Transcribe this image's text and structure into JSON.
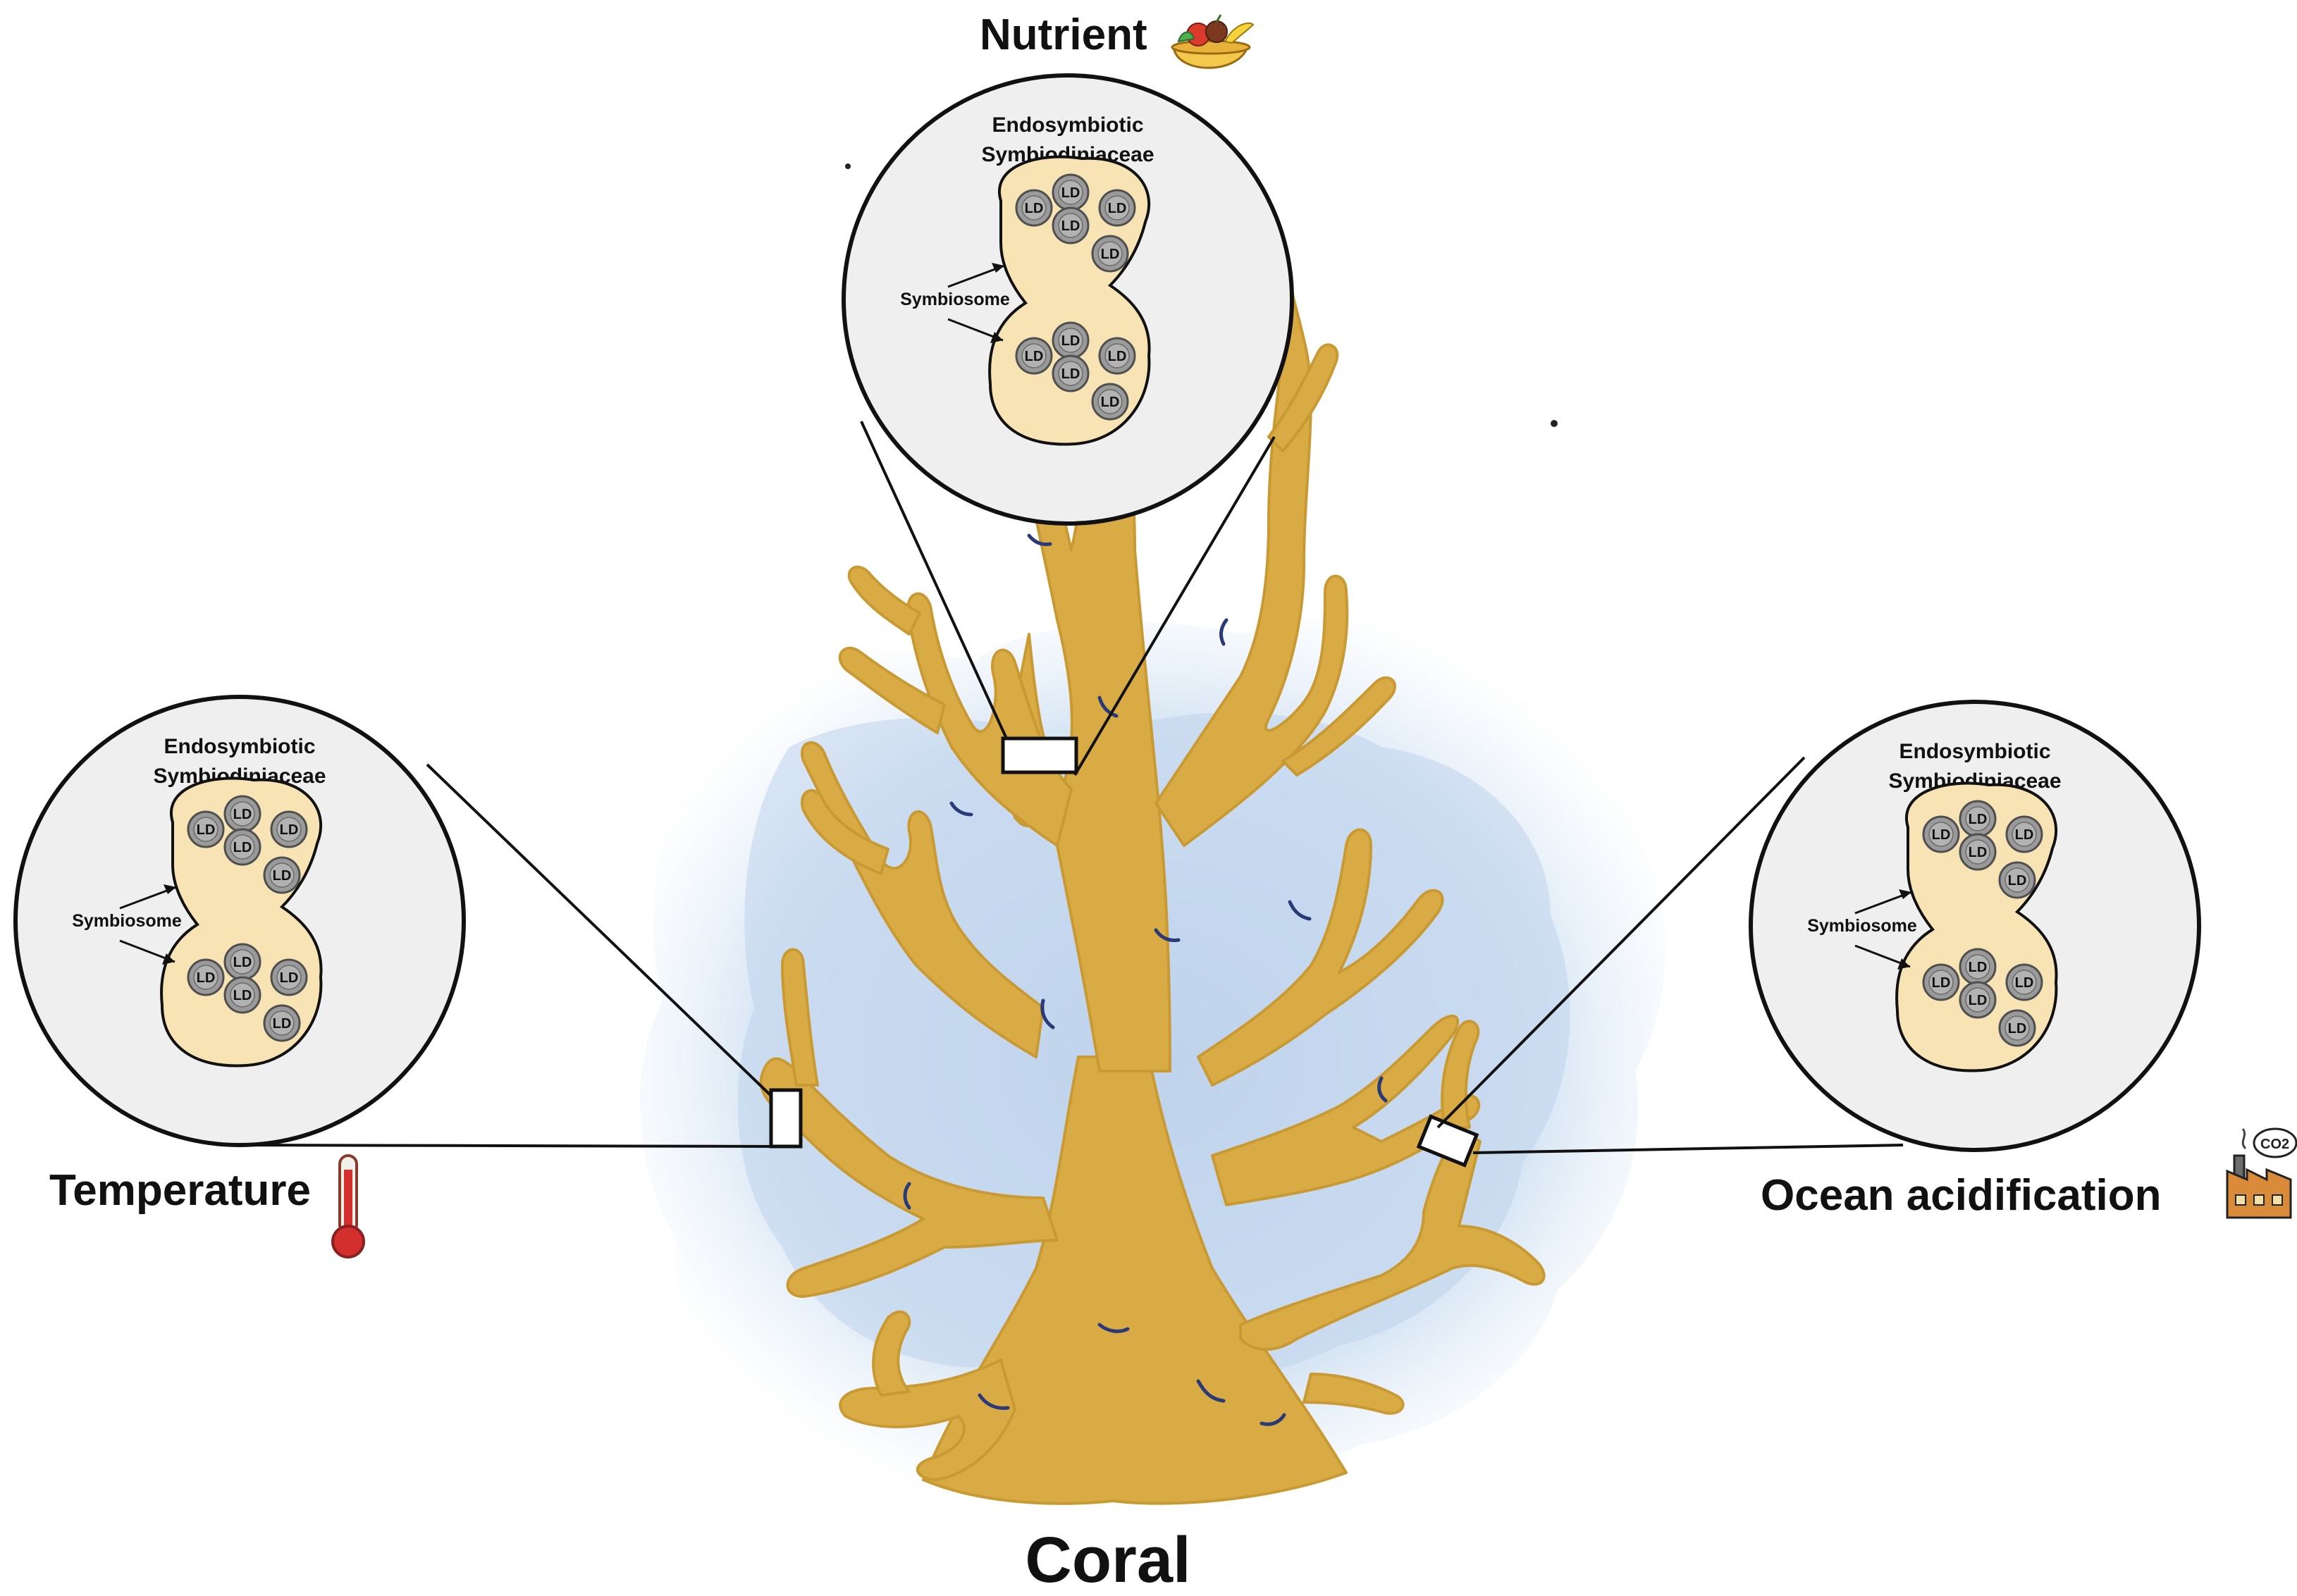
{
  "labels": {
    "nutrient": "Nutrient",
    "temperature": "Temperature",
    "ocean_acidification": "Ocean acidification",
    "coral": "Coral"
  },
  "cell": {
    "title_line1": "Endosymbiotic",
    "title_line2": "Symbiodiniaceae",
    "symbiosome": "Symbiosome",
    "lipid_droplet": "LD"
  },
  "icons": {
    "nutrient": "fruit-bowl-icon",
    "temperature": "thermometer-icon",
    "ocean_acidification": "factory-co2-icon",
    "co2_text": "CO2"
  },
  "colors": {
    "coral": "#d9ab45",
    "coral_shadow": "#b98a2a",
    "water": "#c9dcef",
    "cell_fill": "#f7e3b4",
    "ld_fill": "#9c9c9c",
    "circle_fill": "#efefef"
  }
}
